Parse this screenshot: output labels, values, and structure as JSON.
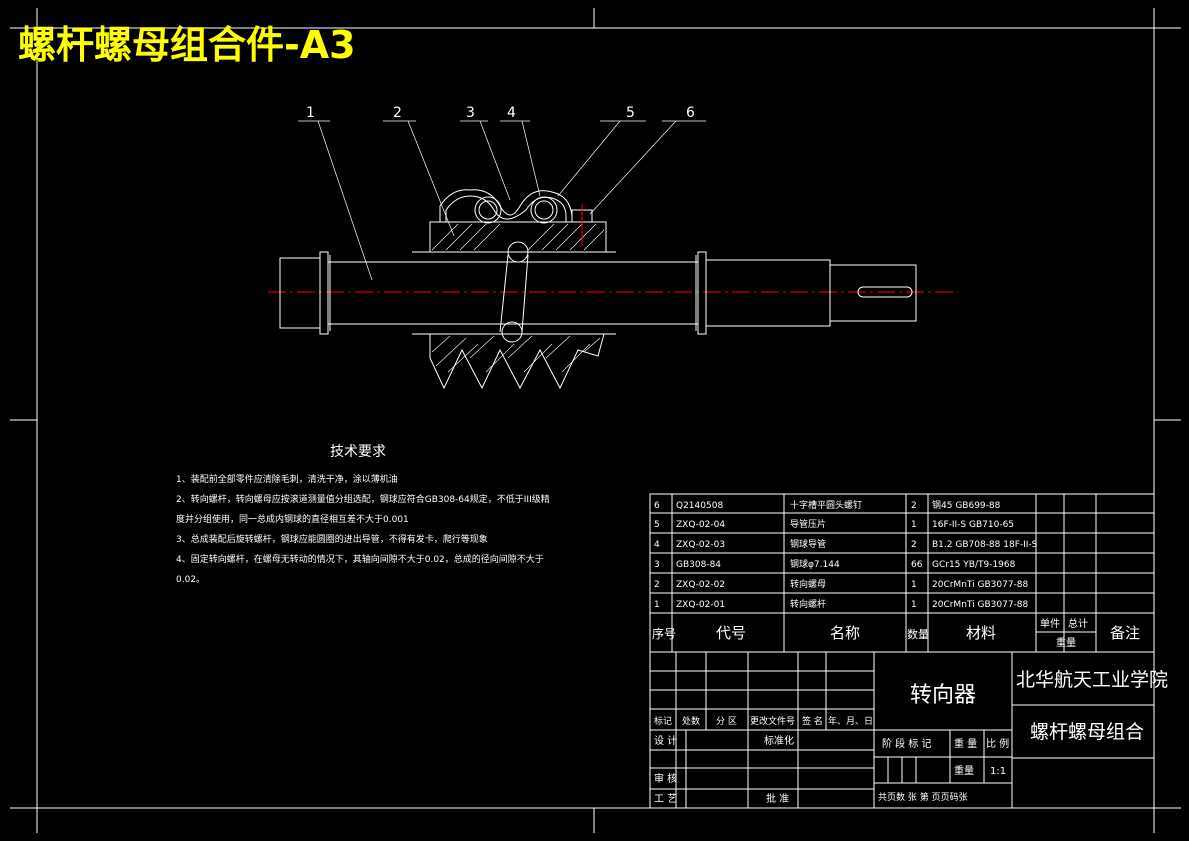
{
  "title": "螺杆螺母组合件-A3",
  "balloons": [
    "1",
    "2",
    "3",
    "4",
    "5",
    "6"
  ],
  "tech_requirements": {
    "heading": "技术要求",
    "items": [
      "1、装配前全部零件应清除毛刺，清洗干净，涂以薄机油",
      "2、转向螺杆，转向螺母应按滚道测量值分组选配，钢球应符合GB308-64规定，不低于III级精度并分组使用，同一总成内钢球的直径相互差不大于0.001",
      "3、总成装配后旋转螺杆，钢球应能圆圈的进出导管，不得有发卡，爬行等现象",
      "4、固定转向螺杆，在螺母无转动的情况下，其轴向间隙不大于0.02，总成的径向间隙不大于0.02。"
    ]
  },
  "bom": {
    "rows": [
      {
        "no": "6",
        "code": "Q2140508",
        "name": "十字槽平圆头螺钉",
        "qty": "2",
        "material": "钢45 GB699-88"
      },
      {
        "no": "5",
        "code": "ZXQ-02-04",
        "name": "导管压片",
        "qty": "1",
        "material": "16F-II-S GB710-65"
      },
      {
        "no": "4",
        "code": "ZXQ-02-03",
        "name": "钢球导管",
        "qty": "2",
        "material": "B1.2 GB708-88 18F-II-S"
      },
      {
        "no": "3",
        "code": "GB308-84",
        "name": "钢球φ7.144",
        "qty": "66",
        "material": "GCr15 YB/T9-1968"
      },
      {
        "no": "2",
        "code": "ZXQ-02-02",
        "name": "转向螺母",
        "qty": "1",
        "material": "20CrMnTi GB3077-88"
      },
      {
        "no": "1",
        "code": "ZXQ-02-01",
        "name": "转向螺杆",
        "qty": "1",
        "material": "20CrMnTi GB3077-88"
      }
    ],
    "header": {
      "no": "序号",
      "code": "代号",
      "name": "名称",
      "qty": "数量",
      "material": "材料",
      "unit": "单件",
      "total": "总计",
      "weight": "重量",
      "remark": "备注"
    }
  },
  "title_block": {
    "product": "转向器",
    "school": "北华航天工业学院",
    "assembly": "螺杆螺母组合",
    "rev_labels": [
      "标记",
      "处数",
      "分 区",
      "更改文件号",
      "签 名",
      "年、月、日"
    ],
    "design": "设 计",
    "standard": "标准化",
    "stage": "阶 段 标 记",
    "weight": "重 量",
    "scale": "比 例",
    "weight2": "重量",
    "scale_value": "1:1",
    "check": "审 核",
    "craft": "工 艺",
    "approve": "批 准",
    "sheets": "共页数  张  第  页页码张"
  },
  "colors": {
    "line": "#ffffff",
    "title": "#ffff00",
    "center": "#ff0000",
    "bg": "#000000"
  }
}
